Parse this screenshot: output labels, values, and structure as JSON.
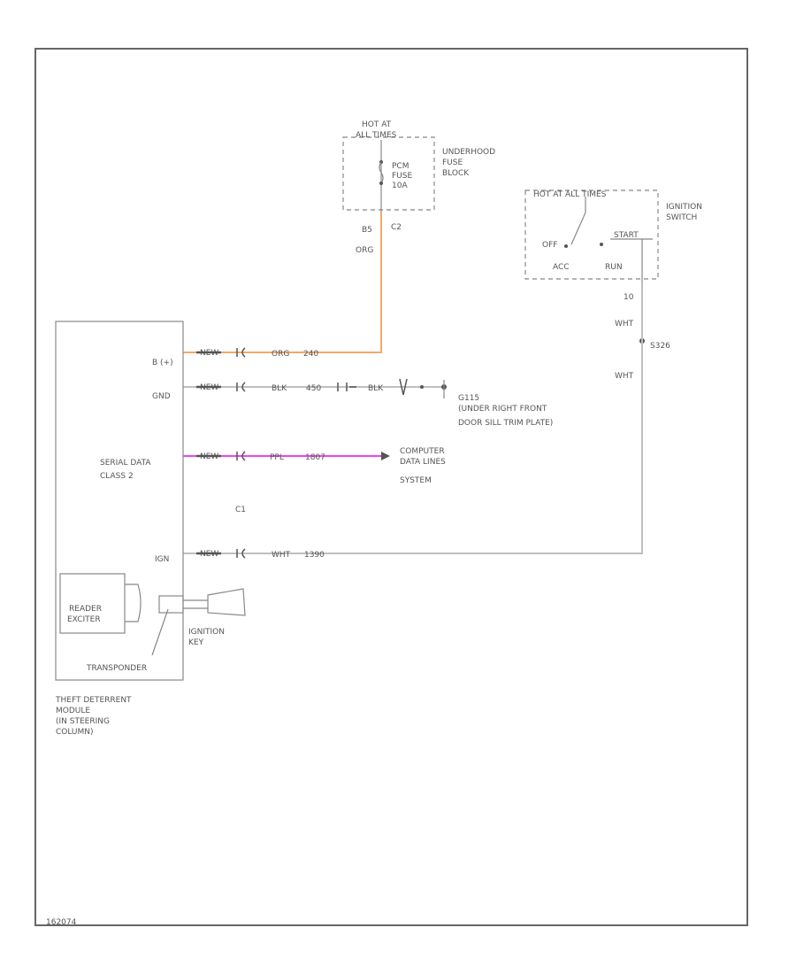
{
  "colors": {
    "wire_orange": "#f2a86b",
    "wire_pink": "#ee44ee",
    "wire_gray": "#c8c8c8",
    "frame": "#666666"
  },
  "fuse_block": {
    "hot_label_1": "HOT AT",
    "hot_label_2": "ALL TIMES",
    "fuse_name": "PCM",
    "fuse_sub": "FUSE",
    "fuse_amp": "10A",
    "title_1": "UNDERHOOD",
    "title_2": "FUSE",
    "title_3": "BLOCK",
    "pin": "B5",
    "connector": "C2",
    "wire_color": "ORG"
  },
  "ignition_switch": {
    "hot_label": "HOT AT ALL TIMES",
    "title_1": "IGNITION",
    "title_2": "SWITCH",
    "pos_off": "OFF",
    "pos_start": "START",
    "pos_acc": "ACC",
    "pos_run": "RUN",
    "pin": "10",
    "wire_top": "WHT",
    "splice": "S326",
    "wire_bottom": "WHT"
  },
  "module": {
    "pins": {
      "bat": "B (+)",
      "gnd": "GND",
      "serial_1": "SERIAL DATA",
      "serial_2": "CLASS 2",
      "ign": "IGN"
    },
    "reader_1": "READER",
    "reader_2": "EXCITER",
    "transponder": "TRANSPONDER",
    "title_1": "THEFT DETERRENT",
    "title_2": "MODULE",
    "title_3": "(IN STEERING",
    "title_4": "COLUMN)"
  },
  "ignition_key": {
    "label_1": "IGNITION",
    "label_2": "KEY"
  },
  "wires": {
    "bat": {
      "color": "ORG",
      "circuit": "240"
    },
    "gnd": {
      "color": "BLK",
      "circuit": "450",
      "color2": "BLK"
    },
    "data": {
      "color": "PPL",
      "circuit": "1807"
    },
    "ign": {
      "color": "WHT",
      "circuit": "1390"
    }
  },
  "connector_label": "NEW",
  "ground": {
    "id": "G115",
    "desc_1": "(UNDER RIGHT FRONT",
    "desc_2": "DOOR SILL TRIM PLATE)"
  },
  "data_dest": {
    "line_1": "COMPUTER",
    "line_2": "DATA LINES",
    "line_3": "SYSTEM"
  },
  "connector_ref": "C1",
  "figure_id": "162074"
}
